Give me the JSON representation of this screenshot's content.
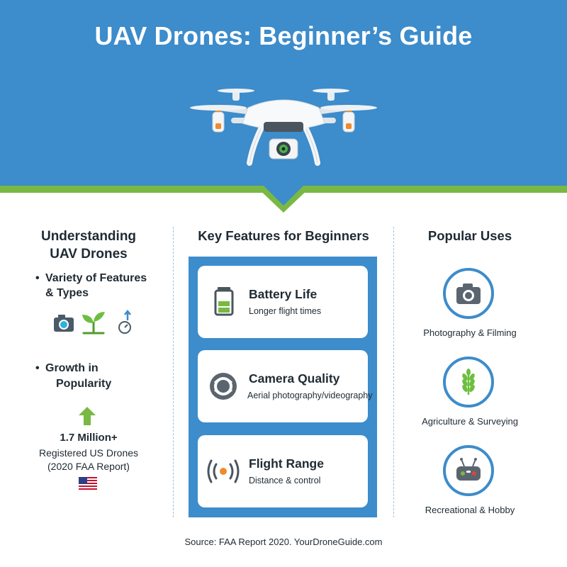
{
  "header": {
    "title": "UAV Drones: Beginner’s Guide",
    "background_color": "#3d8ccb",
    "stripe_color": "#79b843",
    "illustration": "quadcopter-drone-icon"
  },
  "left_column": {
    "title_line1": "Understanding",
    "title_line2": "UAV Drones",
    "bullet1_line1": "Variety of Features",
    "bullet1_line2": "& Types",
    "bullet1_icons": [
      "camera-icon",
      "sprout-icon",
      "gauge-arrow-icon"
    ],
    "bullet2_line1": "Growth in",
    "bullet2_line2": "Popularity",
    "growth_icon": "green-up-arrow-icon",
    "stat_number": "1.7 Million+",
    "stat_line1": "Registered US Drones",
    "stat_line2": "(2020 FAA Report)",
    "flag_icon": "us-flag-icon"
  },
  "middle_column": {
    "title": "Key Features for Beginners",
    "features": [
      {
        "title": "Battery Life",
        "subtitle": "Longer flight times",
        "icon": "battery-icon"
      },
      {
        "title": "Camera Quality",
        "subtitle": "Aerial photography/videography",
        "icon": "camera-lens-icon"
      },
      {
        "title": "Flight Range",
        "subtitle": "Distance & control",
        "icon": "signal-range-icon"
      }
    ]
  },
  "right_column": {
    "title": "Popular Uses",
    "uses": [
      {
        "label": "Photography & Filming",
        "icon": "camera-icon"
      },
      {
        "label": "Agriculture & Surveying",
        "icon": "wheat-icon"
      },
      {
        "label": "Recreational & Hobby",
        "icon": "remote-controller-icon"
      }
    ]
  },
  "footer": {
    "source": "Source: FAA Report 2020. YourDroneGuide.com"
  }
}
